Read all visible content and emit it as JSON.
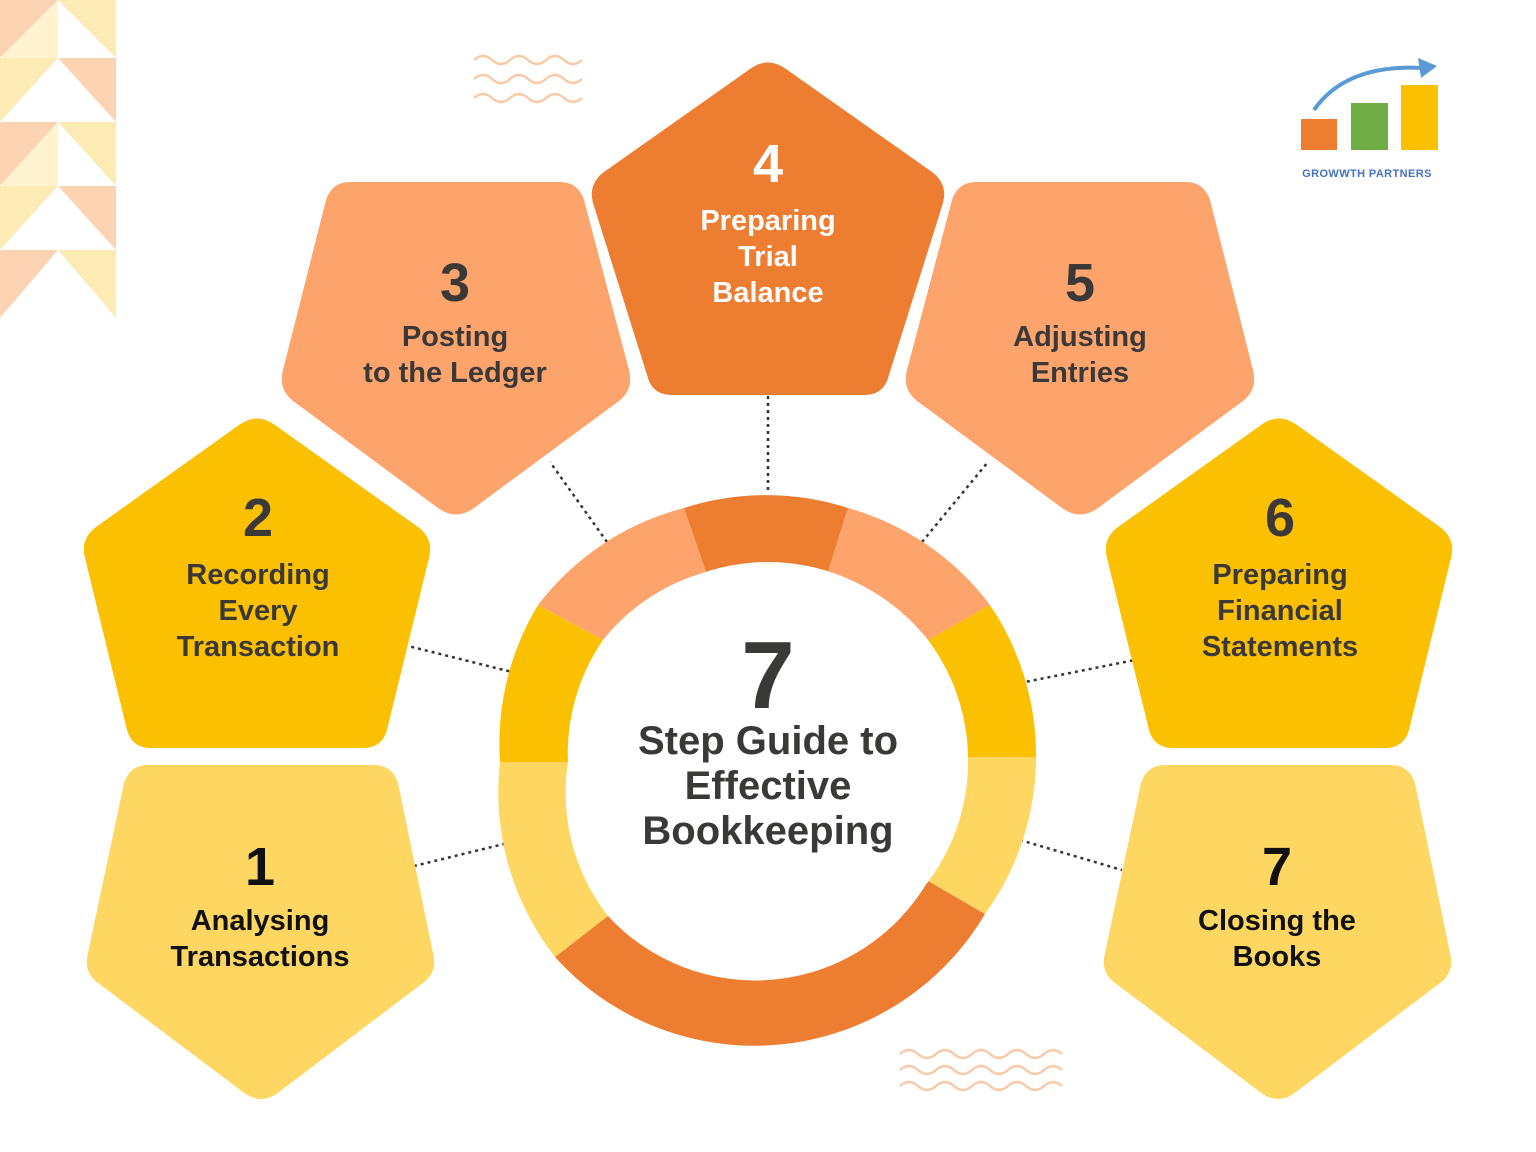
{
  "center": {
    "number": "7",
    "lines": [
      "Step Guide to",
      "Effective",
      "Bookkeeping"
    ]
  },
  "steps": [
    {
      "number": "1",
      "lines": [
        "Analysing",
        "Transactions"
      ]
    },
    {
      "number": "2",
      "lines": [
        "Recording",
        "Every",
        "Transaction"
      ]
    },
    {
      "number": "3",
      "lines": [
        "Posting",
        "to the Ledger"
      ]
    },
    {
      "number": "4",
      "lines": [
        "Preparing",
        "Trial",
        "Balance"
      ]
    },
    {
      "number": "5",
      "lines": [
        "Adjusting",
        "Entries"
      ]
    },
    {
      "number": "6",
      "lines": [
        "Preparing",
        "Financial",
        "Statements"
      ]
    },
    {
      "number": "7",
      "lines": [
        "Closing the",
        "Books"
      ]
    }
  ],
  "logo": {
    "text": "GROWWTH PARTNERS"
  },
  "colors": {
    "light_yellow": "#FDD762",
    "yellow": "#FBC002",
    "peach": "#FDA46C",
    "orange": "#ED7D31",
    "dark_text": "#3B3838",
    "black_text": "#111111",
    "white_text": "#FFFFFF",
    "logo_blue": "#4472C4",
    "logo_green": "#70AD47",
    "logo_arrow": "#5B9BD5"
  }
}
